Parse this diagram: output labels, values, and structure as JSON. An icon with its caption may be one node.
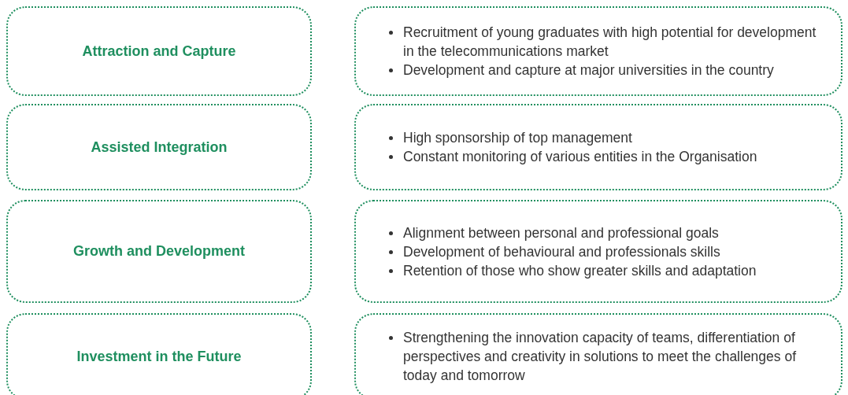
{
  "diagram": {
    "nodes": [
      {
        "text": [
          "Attraction and Capture"
        ]
      },
      {
        "text": [
          "Recruitment of young graduates with high potential for development in the telecommunications market",
          "Development and capture at major universities in the country"
        ]
      },
      {
        "text": [
          "Assisted Integration"
        ]
      },
      {
        "text": [
          "High sponsorship of top management",
          "Constant monitoring of various entities in the Organisation"
        ]
      },
      {
        "text": [
          "Growth and Development"
        ]
      },
      {
        "text": [
          "Alignment between personal and professional goals",
          "Development of behavioural and professionals skills",
          "Retention of those who show greater skills and adaptation"
        ]
      },
      {
        "text": [
          "Investment in the Future"
        ]
      },
      {
        "text": [
          "Strengthening the innovation capacity of teams, differentiation of perspectives and creativity in solutions to meet the challenges of today and tomorrow"
        ]
      }
    ]
  }
}
